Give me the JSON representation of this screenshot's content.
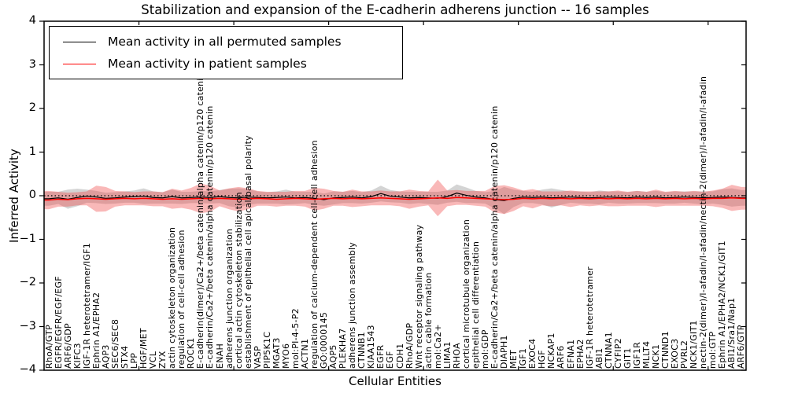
{
  "chart_data": {
    "type": "line",
    "title": "Stabilization and expansion of the E-cadherin adherens junction -- 16 samples",
    "xlabel": "Cellular Entities",
    "ylabel": "Inferred Activity",
    "ylim": [
      -4,
      4
    ],
    "ytick_values": [
      4,
      3,
      2,
      1,
      0,
      -1,
      -2,
      -3,
      -4
    ],
    "ytick_labels": [
      "4",
      "3",
      "2",
      "1",
      "0",
      "−1",
      "−2",
      "−3",
      "−4"
    ],
    "grid": false,
    "legend_position": "upper left",
    "zero_line": {
      "style": "dotted",
      "color": "#000000",
      "y": 0
    },
    "legend": [
      {
        "label": "Mean activity in all permuted samples",
        "color": "#000000"
      },
      {
        "label": "Mean activity in patient samples",
        "color": "#ff0000"
      }
    ],
    "entities": [
      "RhoA/GTP",
      "EGFR/EGFR/EGF/EGF",
      "ARF6/GDP",
      "KIFC3",
      "IGF-1R heterotetramer/IGF1",
      "Ephrin A1/EPHA2",
      "AQP3",
      "SEC6/SEC8",
      "STX4",
      "LPP",
      "HGF/MET",
      "VCL",
      "ZYX",
      "actin cytoskeleton organization",
      "regulation of cell-cell adhesion",
      "ROCK1",
      "E-cadherin(dimer)/Ca2+/beta catenin/alpha catenin/p120 catenin",
      "E-cadherin/Ca2+/beta catenin/alpha catenin/p120 catenin",
      "ENAH",
      "adherens junction organization",
      "cortical actin cytoskeleton stabilization",
      "establishment of epithelial cell apical/basal polarity",
      "VASP",
      "PIP5K1C",
      "MGAT3",
      "MYO6",
      "mol:PI-4-5-P2",
      "ACTN1",
      "regulation of calcium-dependent cell-cell adhesion",
      "GO:0000145",
      "AQP5",
      "PLEKHA7",
      "adherens junction assembly",
      "CTNNB1",
      "KIAA1543",
      "EGFR",
      "EGF",
      "CDH1",
      "RhoA/GDP",
      "Wnt receptor signaling pathway",
      "actin cable formation",
      "mol:Ca2+",
      "LIMA1",
      "RHOA",
      "cortical microtubule organization",
      "epithelial cell differentiation",
      "mol:GDP",
      "E-cadherin/Ca2+/beta catenin/alpha catenin/p120 catenin",
      "DIAPH1",
      "MET",
      "IGF1",
      "EXOC4",
      "HGF",
      "NCKAP1",
      "ARF6",
      "EFNA1",
      "EPHA2",
      "IGF-1R heterotetramer",
      "ABI1",
      "CTNNA1",
      "CYFIP2",
      "GIT1",
      "IGF1R",
      "MLLT4",
      "NCK1",
      "CTNND1",
      "EXOC3",
      "PVRL2",
      "NCK1/GIT1",
      "nectin-2(dimer)/l-afadin/l-afadin/nectin-2(dimer)/l-afadin/l-afadin",
      "mol:GTP",
      "Ephrin A1/EPHA2/NCK1/GIT1",
      "ABI1/Sra1/Nap1",
      "ARF6/GTP"
    ],
    "series": [
      {
        "name": "Mean activity in all permuted samples",
        "color": "#000000",
        "band_color": "#aaaaaa",
        "band_opacity": 0.5,
        "values": [
          -0.07,
          -0.05,
          -0.08,
          -0.04,
          -0.01,
          -0.03,
          -0.06,
          -0.05,
          -0.03,
          -0.02,
          -0.01,
          -0.04,
          -0.05,
          -0.02,
          -0.05,
          -0.04,
          -0.03,
          -0.04,
          -0.02,
          -0.04,
          -0.05,
          -0.03,
          -0.04,
          -0.05,
          -0.04,
          -0.03,
          -0.05,
          -0.04,
          -0.06,
          -0.09,
          -0.05,
          -0.04,
          -0.03,
          -0.05,
          -0.02,
          0.05,
          -0.01,
          -0.03,
          -0.05,
          -0.04,
          -0.05,
          -0.06,
          -0.02,
          0.06,
          0.01,
          -0.03,
          -0.05,
          -0.09,
          -0.11,
          -0.06,
          -0.03,
          -0.04,
          -0.03,
          -0.05,
          -0.04,
          -0.03,
          -0.04,
          -0.05,
          -0.04,
          -0.03,
          -0.04,
          -0.05,
          -0.03,
          -0.04,
          -0.03,
          -0.05,
          -0.04,
          -0.03,
          -0.04,
          -0.05,
          -0.04,
          -0.03,
          -0.04,
          -0.05
        ],
        "band_halfwidth": [
          0.16,
          0.14,
          0.22,
          0.2,
          0.15,
          0.14,
          0.13,
          0.13,
          0.13,
          0.14,
          0.18,
          0.14,
          0.13,
          0.16,
          0.14,
          0.13,
          0.14,
          0.14,
          0.15,
          0.2,
          0.22,
          0.18,
          0.14,
          0.13,
          0.14,
          0.17,
          0.14,
          0.13,
          0.15,
          0.14,
          0.15,
          0.13,
          0.14,
          0.13,
          0.14,
          0.18,
          0.14,
          0.13,
          0.14,
          0.13,
          0.14,
          0.15,
          0.14,
          0.2,
          0.18,
          0.14,
          0.13,
          0.2,
          0.31,
          0.2,
          0.14,
          0.13,
          0.17,
          0.22,
          0.17,
          0.13,
          0.14,
          0.13,
          0.16,
          0.13,
          0.14,
          0.13,
          0.14,
          0.13,
          0.14,
          0.13,
          0.14,
          0.13,
          0.14,
          0.15,
          0.14,
          0.18,
          0.21,
          0.18
        ]
      },
      {
        "name": "Mean activity in patient samples",
        "color": "#ff0000",
        "band_color": "#ee4444",
        "band_opacity": 0.38,
        "values": [
          -0.1,
          -0.08,
          -0.09,
          -0.07,
          -0.06,
          -0.07,
          -0.08,
          -0.07,
          -0.06,
          -0.07,
          -0.06,
          -0.07,
          -0.08,
          -0.07,
          -0.08,
          -0.07,
          -0.06,
          -0.07,
          -0.06,
          -0.07,
          -0.08,
          -0.07,
          -0.06,
          -0.07,
          -0.08,
          -0.07,
          -0.06,
          -0.07,
          -0.08,
          -0.07,
          -0.06,
          -0.07,
          -0.06,
          -0.07,
          -0.06,
          -0.05,
          -0.06,
          -0.07,
          -0.08,
          -0.07,
          -0.06,
          -0.05,
          -0.06,
          -0.04,
          -0.05,
          -0.06,
          -0.07,
          -0.08,
          -0.09,
          -0.08,
          -0.06,
          -0.07,
          -0.06,
          -0.07,
          -0.06,
          -0.07,
          -0.06,
          -0.07,
          -0.06,
          -0.07,
          -0.06,
          -0.07,
          -0.06,
          -0.07,
          -0.06,
          -0.07,
          -0.06,
          -0.07,
          -0.06,
          -0.07,
          -0.06,
          -0.06,
          -0.05,
          -0.06
        ],
        "band_halfwidth": [
          0.21,
          0.17,
          0.16,
          0.15,
          0.16,
          0.3,
          0.28,
          0.18,
          0.16,
          0.15,
          0.16,
          0.17,
          0.16,
          0.23,
          0.2,
          0.25,
          0.34,
          0.3,
          0.18,
          0.24,
          0.28,
          0.24,
          0.17,
          0.16,
          0.17,
          0.16,
          0.17,
          0.18,
          0.26,
          0.23,
          0.17,
          0.16,
          0.2,
          0.17,
          0.16,
          0.17,
          0.16,
          0.17,
          0.22,
          0.18,
          0.16,
          0.42,
          0.18,
          0.17,
          0.16,
          0.17,
          0.18,
          0.3,
          0.33,
          0.27,
          0.18,
          0.22,
          0.16,
          0.17,
          0.16,
          0.19,
          0.16,
          0.17,
          0.16,
          0.17,
          0.18,
          0.16,
          0.17,
          0.16,
          0.2,
          0.16,
          0.17,
          0.16,
          0.17,
          0.16,
          0.18,
          0.22,
          0.3,
          0.26
        ]
      }
    ]
  },
  "layout_hint": {
    "note": "values shown are inferred activity around 0 on a -4..4 axis; shaded bands are +/- spread"
  }
}
